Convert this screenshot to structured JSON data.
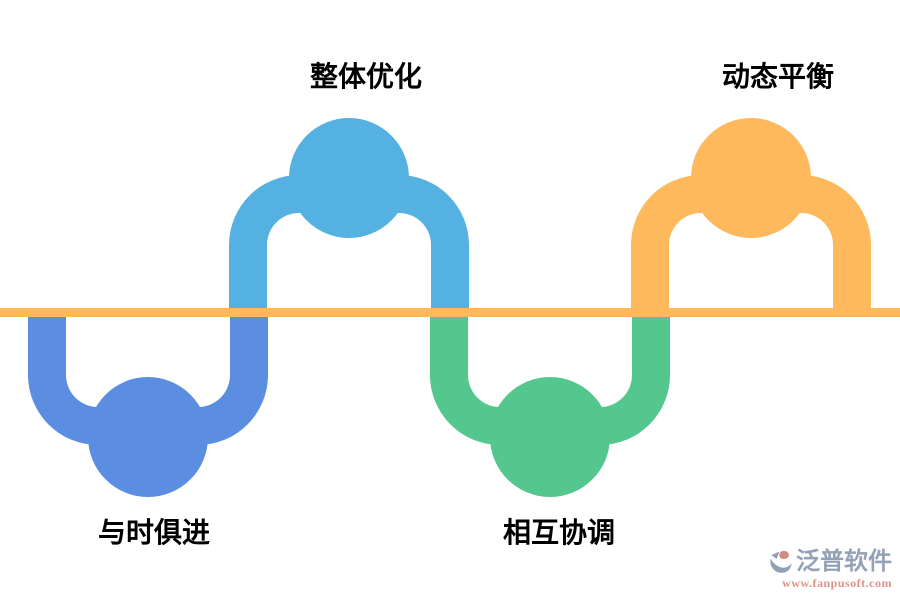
{
  "canvas": {
    "background": "#ffffff"
  },
  "wave": {
    "type": "alternating-arc-wave",
    "baseline_color": "#FDB95C",
    "segments": [
      {
        "name": "dip-1",
        "position": "below-line",
        "color": "#5B8DE1",
        "label": "与时俱进"
      },
      {
        "name": "crest-1",
        "position": "above-line",
        "color": "#55B1E2",
        "label": "整体优化"
      },
      {
        "name": "dip-2",
        "position": "below-line",
        "color": "#53C78E",
        "label": "相互协调"
      },
      {
        "name": "crest-2",
        "position": "above-line",
        "color": "#FDB95C",
        "label": "动态平衡"
      }
    ]
  },
  "watermark": {
    "brand": "泛普软件",
    "url": "www.fanpusoft.com",
    "brand_color": "#94A2B8",
    "url_color": "#DD9488",
    "icon": "fanpu-logo-icon",
    "icon_colors": {
      "main": "#8FA0B6",
      "accent": "#D08C7E"
    }
  }
}
